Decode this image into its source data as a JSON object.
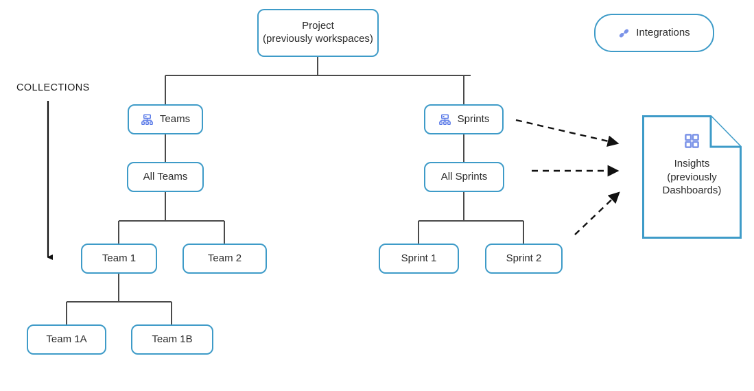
{
  "diagram": {
    "title": "Project hierarchy and collections",
    "colors": {
      "node_border": "#3E9BC8",
      "connector": "#4a4a4a",
      "dashed_arrow": "#111111",
      "icon_blue": "#7B93E8",
      "text": "#2b2b2b",
      "background": "#ffffff"
    }
  },
  "collections": {
    "label": "COLLECTIONS",
    "arrow_icon": "down-arrow-icon"
  },
  "nodes": {
    "project": {
      "label": "Project\n(previously workspaces)"
    },
    "integrations": {
      "label": "Integrations",
      "icon": "link-icon"
    },
    "teams": {
      "label": "Teams",
      "icon": "sitemap-icon"
    },
    "sprints": {
      "label": "Sprints",
      "icon": "sitemap-icon"
    },
    "all_teams": {
      "label": "All Teams"
    },
    "all_sprints": {
      "label": "All Sprints"
    },
    "team_1": {
      "label": "Team 1"
    },
    "team_2": {
      "label": "Team 2"
    },
    "team_1a": {
      "label": "Team 1A"
    },
    "team_1b": {
      "label": "Team 1B"
    },
    "sprint_1": {
      "label": "Sprint 1"
    },
    "sprint_2": {
      "label": "Sprint 2"
    },
    "insights": {
      "label": "Insights\n(previously\nDashboards)",
      "icon": "grid-dashboard-icon"
    }
  },
  "connections": [
    {
      "from": "project",
      "to": "teams",
      "style": "solid"
    },
    {
      "from": "project",
      "to": "sprints",
      "style": "solid"
    },
    {
      "from": "teams",
      "to": "all_teams",
      "style": "solid"
    },
    {
      "from": "all_teams",
      "to": "team_1",
      "style": "solid"
    },
    {
      "from": "all_teams",
      "to": "team_2",
      "style": "solid"
    },
    {
      "from": "team_1",
      "to": "team_1a",
      "style": "solid"
    },
    {
      "from": "team_1",
      "to": "team_1b",
      "style": "solid"
    },
    {
      "from": "sprints",
      "to": "all_sprints",
      "style": "solid"
    },
    {
      "from": "all_sprints",
      "to": "sprint_1",
      "style": "solid"
    },
    {
      "from": "all_sprints",
      "to": "sprint_2",
      "style": "solid"
    },
    {
      "from": "sprints",
      "to": "insights",
      "style": "dashed-arrow"
    },
    {
      "from": "all_sprints",
      "to": "insights",
      "style": "dashed-arrow"
    },
    {
      "from": "sprint_2",
      "to": "insights",
      "style": "dashed-arrow"
    }
  ]
}
